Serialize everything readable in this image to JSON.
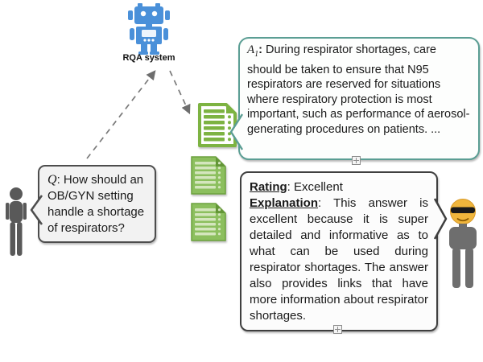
{
  "diagram": {
    "rqa_label": "RQA system",
    "question": {
      "prefix": "Q",
      "text": ": How should an OB/GYN setting handle a shortage of respirators?"
    },
    "answer": {
      "label": "A",
      "subscript": "1",
      "colon": ":",
      "text": " During respirator shortages, care should be taken to ensure that N95 respirators are reserved for situations where respiratory protection is most important, such as performance of aerosol-generating procedures on patients. ..."
    },
    "rating": {
      "label": "Rating",
      "value": ": Excellent",
      "explanation_label": "Explanation",
      "explanation_text": ": This answer is excellent because it is super detailed and informative as to what can be used during respirator shortages. The answer also provides links that have more information about respirator shortages."
    },
    "icons": {
      "robot": "robot-icon",
      "asker": "person-icon",
      "evaluator": "person-sunglasses-icon",
      "documents": "document-list-icon"
    },
    "colors": {
      "robot_blue": "#4a90d9",
      "doc_green": "#7db342",
      "doc_green_fill": "#8cbf5e",
      "doc_green_dark": "#639637",
      "doc_stripe_light": "#d4e6bd",
      "answer_border": "#5b9e94",
      "rating_border": "#3f3f3f",
      "question_border": "#4d4d4d",
      "question_bg": "#f2f2f2",
      "person_gray": "#595959",
      "evaluator_gray": "#6e6e6e",
      "arrow_gray": "#7a7a7a",
      "face_yellow": "#f0b63c"
    }
  }
}
